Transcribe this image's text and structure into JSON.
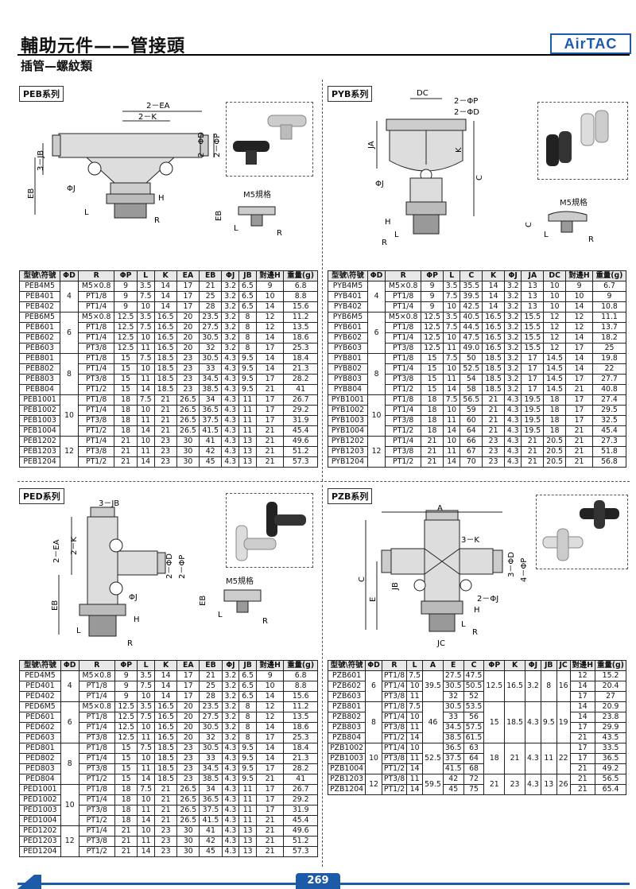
{
  "header": {
    "title": "輔助元件——管接頭",
    "subtitle": "插管—螺紋類",
    "brand": "AirTAC"
  },
  "sections": {
    "peb": {
      "label": "PEB系列",
      "m5_label": "M5規格"
    },
    "pyb": {
      "label": "PYB系列",
      "m5_label": "M5規格"
    },
    "ped": {
      "label": "PED系列",
      "m5_label": "M5規格"
    },
    "pzb": {
      "label": "PZB系列"
    }
  },
  "dims": {
    "peb": [
      "2－EA",
      "2－K",
      "3－JB",
      "2－ΦD",
      "2－ΦP",
      "EB",
      "ΦJ",
      "H",
      "L",
      "R",
      "EB",
      "L",
      "R"
    ],
    "pyb": [
      "DC",
      "2－ΦP",
      "2－ΦD",
      "JA",
      "K",
      "C",
      "ΦJ",
      "H",
      "L",
      "R",
      "C",
      "L",
      "R"
    ],
    "ped": [
      "3－JB",
      "2－K",
      "2－EA",
      "2－ΦD",
      "2－ΦP",
      "EB",
      "ΦJ",
      "H",
      "L",
      "R",
      "EB",
      "L",
      "R"
    ],
    "pzb": [
      "A",
      "3－K",
      "3－ΦD",
      "4－ΦP",
      "JB",
      "C",
      "E",
      "2－ΦJ",
      "H",
      "L",
      "R",
      "JC"
    ]
  },
  "tables": {
    "peb": {
      "headers": [
        "型號\\符號",
        "ΦD",
        "R",
        "ΦP",
        "L",
        "K",
        "EA",
        "EB",
        "ΦJ",
        "JB",
        "對邊H",
        "重量(g)"
      ],
      "rows": [
        [
          "PEB4M5",
          "4",
          "M5×0.8",
          "9",
          "3.5",
          "14",
          "17",
          "21",
          "3.2",
          "6.5",
          "9",
          "6.8"
        ],
        [
          "PEB401",
          "",
          "PT1/8",
          "9",
          "7.5",
          "14",
          "17",
          "25",
          "3.2",
          "6.5",
          "10",
          "8.8"
        ],
        [
          "PEB402",
          "",
          "PT1/4",
          "9",
          "10",
          "14",
          "17",
          "28",
          "3.2",
          "6.5",
          "14",
          "15.6"
        ],
        [
          "PEB6M5",
          "6",
          "M5×0.8",
          "12.5",
          "3.5",
          "16.5",
          "20",
          "23.5",
          "3.2",
          "8",
          "12",
          "11.2"
        ],
        [
          "PEB601",
          "",
          "PT1/8",
          "12.5",
          "7.5",
          "16.5",
          "20",
          "27.5",
          "3.2",
          "8",
          "12",
          "13.5"
        ],
        [
          "PEB602",
          "",
          "PT1/4",
          "12.5",
          "10",
          "16.5",
          "20",
          "30.5",
          "3.2",
          "8",
          "14",
          "18.6"
        ],
        [
          "PEB603",
          "",
          "PT3/8",
          "12.5",
          "11",
          "16.5",
          "20",
          "32",
          "3.2",
          "8",
          "17",
          "25.3"
        ],
        [
          "PEB801",
          "8",
          "PT1/8",
          "15",
          "7.5",
          "18.5",
          "23",
          "30.5",
          "4.3",
          "9.5",
          "14",
          "18.4"
        ],
        [
          "PEB802",
          "",
          "PT1/4",
          "15",
          "10",
          "18.5",
          "23",
          "33",
          "4.3",
          "9.5",
          "14",
          "21.3"
        ],
        [
          "PEB803",
          "",
          "PT3/8",
          "15",
          "11",
          "18.5",
          "23",
          "34.5",
          "4.3",
          "9.5",
          "17",
          "28.2"
        ],
        [
          "PEB804",
          "",
          "PT1/2",
          "15",
          "14",
          "18.5",
          "23",
          "38.5",
          "4.3",
          "9.5",
          "21",
          "41"
        ],
        [
          "PEB1001",
          "10",
          "PT1/8",
          "18",
          "7.5",
          "21",
          "26.5",
          "34",
          "4.3",
          "11",
          "17",
          "26.7"
        ],
        [
          "PEB1002",
          "",
          "PT1/4",
          "18",
          "10",
          "21",
          "26.5",
          "36.5",
          "4.3",
          "11",
          "17",
          "29.2"
        ],
        [
          "PEB1003",
          "",
          "PT3/8",
          "18",
          "11",
          "21",
          "26.5",
          "37.5",
          "4.3",
          "11",
          "17",
          "31.9"
        ],
        [
          "PEB1004",
          "",
          "PT1/2",
          "18",
          "14",
          "21",
          "26.5",
          "41.5",
          "4.3",
          "11",
          "21",
          "45.4"
        ],
        [
          "PEB1202",
          "12",
          "PT1/4",
          "21",
          "10",
          "23",
          "30",
          "41",
          "4.3",
          "13",
          "21",
          "49.6"
        ],
        [
          "PEB1203",
          "",
          "PT3/8",
          "21",
          "11",
          "23",
          "30",
          "42",
          "4.3",
          "13",
          "21",
          "51.2"
        ],
        [
          "PEB1204",
          "",
          "PT1/2",
          "21",
          "14",
          "23",
          "30",
          "45",
          "4.3",
          "13",
          "21",
          "57.3"
        ]
      ]
    },
    "pyb": {
      "headers": [
        "型號\\符號",
        "ΦD",
        "R",
        "ΦP",
        "L",
        "C",
        "K",
        "ΦJ",
        "JA",
        "DC",
        "對邊H",
        "重量(g)"
      ],
      "rows": [
        [
          "PYB4M5",
          "4",
          "M5×0.8",
          "9",
          "3.5",
          "35.5",
          "14",
          "3.2",
          "13",
          "10",
          "9",
          "6.7"
        ],
        [
          "PYB401",
          "",
          "PT1/8",
          "9",
          "7.5",
          "39.5",
          "14",
          "3.2",
          "13",
          "10",
          "10",
          "9"
        ],
        [
          "PYB402",
          "",
          "PT1/4",
          "9",
          "10",
          "42.5",
          "14",
          "3.2",
          "13",
          "10",
          "14",
          "10.8"
        ],
        [
          "PYB6M5",
          "6",
          "M5×0.8",
          "12.5",
          "3.5",
          "40.5",
          "16.5",
          "3.2",
          "15.5",
          "12",
          "12",
          "11.1"
        ],
        [
          "PYB601",
          "",
          "PT1/8",
          "12.5",
          "7.5",
          "44.5",
          "16.5",
          "3.2",
          "15.5",
          "12",
          "12",
          "13.7"
        ],
        [
          "PYB602",
          "",
          "PT1/4",
          "12.5",
          "10",
          "47.5",
          "16.5",
          "3.2",
          "15.5",
          "12",
          "14",
          "18.2"
        ],
        [
          "PYB603",
          "",
          "PT3/8",
          "12.5",
          "11",
          "49.0",
          "16.5",
          "3.2",
          "15.5",
          "12",
          "17",
          "25"
        ],
        [
          "PYB801",
          "8",
          "PT1/8",
          "15",
          "7.5",
          "50",
          "18.5",
          "3.2",
          "17",
          "14.5",
          "14",
          "19.8"
        ],
        [
          "PYB802",
          "",
          "PT1/4",
          "15",
          "10",
          "52.5",
          "18.5",
          "3.2",
          "17",
          "14.5",
          "14",
          "22"
        ],
        [
          "PYB803",
          "",
          "PT3/8",
          "15",
          "11",
          "54",
          "18.5",
          "3.2",
          "17",
          "14.5",
          "17",
          "27.7"
        ],
        [
          "PYB804",
          "",
          "PT1/2",
          "15",
          "14",
          "58",
          "18.5",
          "3.2",
          "17",
          "14.5",
          "21",
          "40.8"
        ],
        [
          "PYB1001",
          "10",
          "PT1/8",
          "18",
          "7.5",
          "56.5",
          "21",
          "4.3",
          "19.5",
          "18",
          "17",
          "27.4"
        ],
        [
          "PYB1002",
          "",
          "PT1/4",
          "18",
          "10",
          "59",
          "21",
          "4.3",
          "19.5",
          "18",
          "17",
          "29.5"
        ],
        [
          "PYB1003",
          "",
          "PT3/8",
          "18",
          "11",
          "60",
          "21",
          "4.3",
          "19.5",
          "18",
          "17",
          "32.5"
        ],
        [
          "PYB1004",
          "",
          "PT1/2",
          "18",
          "14",
          "64",
          "21",
          "4.3",
          "19.5",
          "18",
          "21",
          "45.4"
        ],
        [
          "PYB1202",
          "12",
          "PT1/4",
          "21",
          "10",
          "66",
          "23",
          "4.3",
          "21",
          "20.5",
          "21",
          "27.3"
        ],
        [
          "PYB1203",
          "",
          "PT3/8",
          "21",
          "11",
          "67",
          "23",
          "4.3",
          "21",
          "20.5",
          "21",
          "51.8"
        ],
        [
          "PYB1204",
          "",
          "PT1/2",
          "21",
          "14",
          "70",
          "23",
          "4.3",
          "21",
          "20.5",
          "21",
          "56.8"
        ]
      ]
    },
    "ped": {
      "headers": [
        "型號\\符號",
        "ΦD",
        "R",
        "ΦP",
        "L",
        "K",
        "EA",
        "EB",
        "ΦJ",
        "JB",
        "對邊H",
        "重量(g)"
      ],
      "rows": [
        [
          "PED4M5",
          "4",
          "M5×0.8",
          "9",
          "3.5",
          "14",
          "17",
          "21",
          "3.2",
          "6.5",
          "9",
          "6.8"
        ],
        [
          "PED401",
          "",
          "PT1/8",
          "9",
          "7.5",
          "14",
          "17",
          "25",
          "3.2",
          "6.5",
          "10",
          "8.8"
        ],
        [
          "PED402",
          "",
          "PT1/4",
          "9",
          "10",
          "14",
          "17",
          "28",
          "3.2",
          "6.5",
          "14",
          "15.6"
        ],
        [
          "PED6M5",
          "6",
          "M5×0.8",
          "12.5",
          "3.5",
          "16.5",
          "20",
          "23.5",
          "3.2",
          "8",
          "12",
          "11.2"
        ],
        [
          "PED601",
          "",
          "PT1/8",
          "12.5",
          "7.5",
          "16.5",
          "20",
          "27.5",
          "3.2",
          "8",
          "12",
          "13.5"
        ],
        [
          "PED602",
          "",
          "PT1/4",
          "12.5",
          "10",
          "16.5",
          "20",
          "30.5",
          "3.2",
          "8",
          "14",
          "18.6"
        ],
        [
          "PED603",
          "",
          "PT3/8",
          "12.5",
          "11",
          "16.5",
          "20",
          "32",
          "3.2",
          "8",
          "17",
          "25.3"
        ],
        [
          "PED801",
          "8",
          "PT1/8",
          "15",
          "7.5",
          "18.5",
          "23",
          "30.5",
          "4.3",
          "9.5",
          "14",
          "18.4"
        ],
        [
          "PED802",
          "",
          "PT1/4",
          "15",
          "10",
          "18.5",
          "23",
          "33",
          "4.3",
          "9.5",
          "14",
          "21.3"
        ],
        [
          "PED803",
          "",
          "PT3/8",
          "15",
          "11",
          "18.5",
          "23",
          "34.5",
          "4.3",
          "9.5",
          "17",
          "28.2"
        ],
        [
          "PED804",
          "",
          "PT1/2",
          "15",
          "14",
          "18.5",
          "23",
          "38.5",
          "4.3",
          "9.5",
          "21",
          "41"
        ],
        [
          "PED1001",
          "10",
          "PT1/8",
          "18",
          "7.5",
          "21",
          "26.5",
          "34",
          "4.3",
          "11",
          "17",
          "26.7"
        ],
        [
          "PED1002",
          "",
          "PT1/4",
          "18",
          "10",
          "21",
          "26.5",
          "36.5",
          "4.3",
          "11",
          "17",
          "29.2"
        ],
        [
          "PED1003",
          "",
          "PT3/8",
          "18",
          "11",
          "21",
          "26.5",
          "37.5",
          "4.3",
          "11",
          "17",
          "31.9"
        ],
        [
          "PED1004",
          "",
          "PT1/2",
          "18",
          "14",
          "21",
          "26.5",
          "41.5",
          "4.3",
          "11",
          "21",
          "45.4"
        ],
        [
          "PED1202",
          "12",
          "PT1/4",
          "21",
          "10",
          "23",
          "30",
          "41",
          "4.3",
          "13",
          "21",
          "49.6"
        ],
        [
          "PED1203",
          "",
          "PT3/8",
          "21",
          "11",
          "23",
          "30",
          "42",
          "4.3",
          "13",
          "21",
          "51.2"
        ],
        [
          "PED1204",
          "",
          "PT1/2",
          "21",
          "14",
          "23",
          "30",
          "45",
          "4.3",
          "13",
          "21",
          "57.3"
        ]
      ]
    },
    "pzb": {
      "headers": [
        "型號\\符號",
        "ΦD",
        "R",
        "L",
        "A",
        "E",
        "C",
        "ΦP",
        "K",
        "ΦJ",
        "JB",
        "JC",
        "對邊H",
        "重量(g)"
      ],
      "rows": [
        [
          "PZB601",
          "6",
          "PT1/8",
          "7.5",
          "39.5",
          "27.5",
          "47.5",
          "12.5",
          "16.5",
          "3.2",
          "8",
          "16",
          "12",
          "15.2"
        ],
        [
          "PZB602",
          "",
          "PT1/4",
          "10",
          "",
          "30.5",
          "50.5",
          "",
          "",
          "",
          "",
          "",
          "14",
          "20.4"
        ],
        [
          "PZB603",
          "",
          "PT3/8",
          "11",
          "",
          "32",
          "52",
          "",
          "",
          "",
          "",
          "",
          "17",
          "27"
        ],
        [
          "PZB801",
          "8",
          "PT1/8",
          "7.5",
          "46",
          "30.5",
          "53.5",
          "15",
          "18.5",
          "4.3",
          "9.5",
          "19",
          "14",
          "20.9"
        ],
        [
          "PZB802",
          "",
          "PT1/4",
          "10",
          "",
          "33",
          "56",
          "",
          "",
          "",
          "",
          "",
          "14",
          "23.8"
        ],
        [
          "PZB803",
          "",
          "PT3/8",
          "11",
          "",
          "34.5",
          "57.5",
          "",
          "",
          "",
          "",
          "",
          "17",
          "29.9"
        ],
        [
          "PZB804",
          "",
          "PT1/2",
          "14",
          "",
          "38.5",
          "61.5",
          "",
          "",
          "",
          "",
          "",
          "21",
          "43.5"
        ],
        [
          "PZB1002",
          "10",
          "PT1/4",
          "10",
          "52.5",
          "36.5",
          "63",
          "18",
          "21",
          "4.3",
          "11",
          "22",
          "17",
          "33.5"
        ],
        [
          "PZB1003",
          "",
          "PT3/8",
          "11",
          "",
          "37.5",
          "64",
          "",
          "",
          "",
          "",
          "",
          "17",
          "36.5"
        ],
        [
          "PZB1004",
          "",
          "PT1/2",
          "14",
          "",
          "41.5",
          "68",
          "",
          "",
          "",
          "",
          "",
          "21",
          "49.2"
        ],
        [
          "PZB1203",
          "12",
          "PT3/8",
          "11",
          "59.5",
          "42",
          "72",
          "21",
          "23",
          "4.3",
          "13",
          "26",
          "21",
          "56.5"
        ],
        [
          "PZB1204",
          "",
          "PT1/2",
          "14",
          "",
          "45",
          "75",
          "",
          "",
          "",
          "",
          "",
          "21",
          "65.4"
        ]
      ]
    }
  },
  "footer": {
    "page_number": "269"
  },
  "colors": {
    "brand": "#1d5aa8",
    "body_fill": "#d8d8d8"
  }
}
